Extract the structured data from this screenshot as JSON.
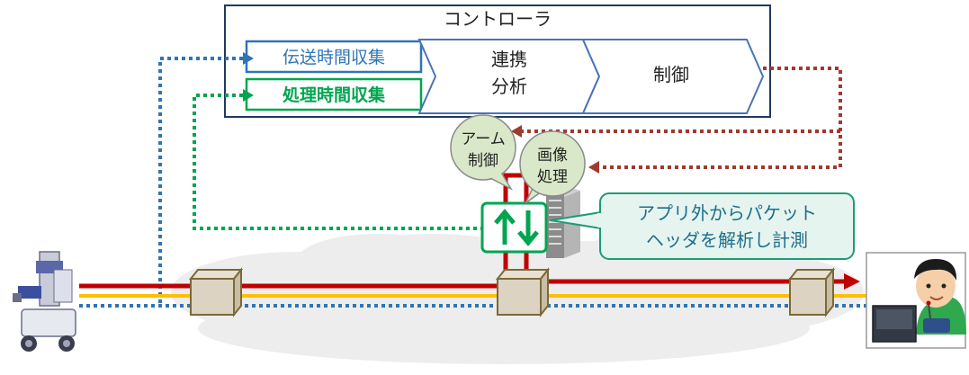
{
  "controller": {
    "title": "コントローラ",
    "transmission_collect": "伝送時間収集",
    "processing_collect": "処理時間収集",
    "analysis_line1": "連携",
    "analysis_line2": "分析",
    "control": "制御"
  },
  "apps": {
    "arm_line1": "アーム",
    "arm_line2": "制御",
    "image_line1": "画像",
    "image_line2": "処理"
  },
  "callout": {
    "line1": "アプリ外からパケット",
    "line2": "ヘッダを解析し計測"
  },
  "colors": {
    "controller_border": "#1f3a5f",
    "transmission": "#2e75b6",
    "processing": "#00a550",
    "control_flow": "#a0392e",
    "data_path": "#c00000",
    "reference_path": "#ffc000",
    "switch_fill": "#ddd3c2",
    "switch_border": "#7a6a3a",
    "callout_fill": "#e6f4ef",
    "callout_border": "#1c9c78",
    "bubble_fill": "#d9e8c8"
  },
  "icons": {
    "robot": "robot-arm-icon",
    "operator": "operator-icon",
    "server": "server-icon",
    "measure": "up-down-arrows-icon"
  }
}
